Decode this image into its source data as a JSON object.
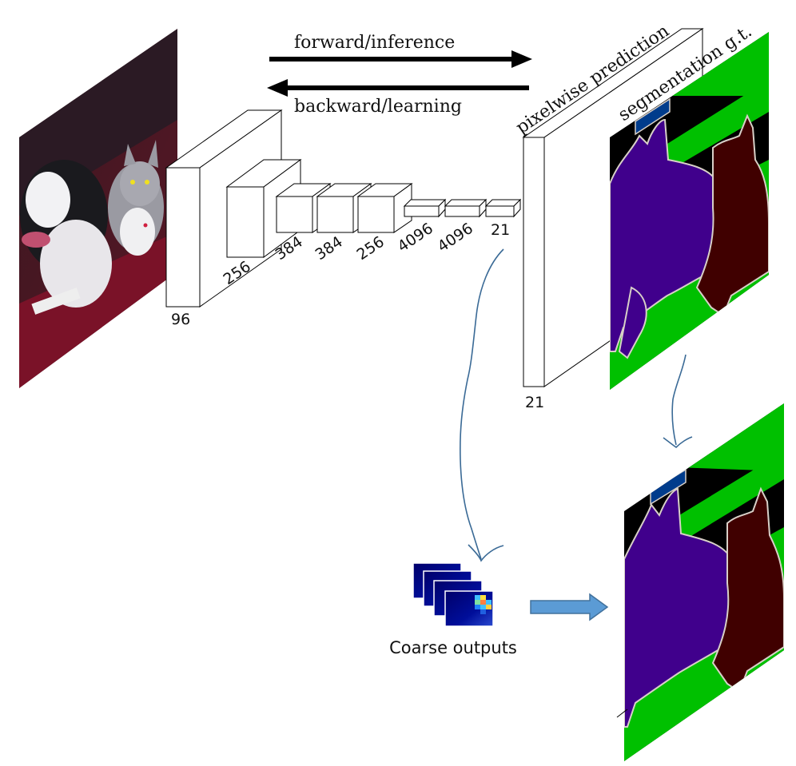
{
  "arrows": {
    "forward_label": "forward/inference",
    "backward_label": "backward/learning"
  },
  "layers": [
    {
      "label": "96"
    },
    {
      "label": "256"
    },
    {
      "label": "384"
    },
    {
      "label": "384"
    },
    {
      "label": "256"
    },
    {
      "label": "4096"
    },
    {
      "label": "4096"
    },
    {
      "label": "21"
    }
  ],
  "prediction": {
    "title": "pixelwise prediction",
    "depth_label": "21"
  },
  "ground_truth": {
    "title": "segmentation g.t."
  },
  "coarse": {
    "label": "Coarse outputs"
  },
  "colors": {
    "background": "#000000",
    "grass": "#00c000",
    "dog": "#40008c",
    "cat": "#400000",
    "boundary": "#d8d0c8",
    "tv": "#003c8c",
    "curve": "#3a6a96",
    "block_arrow": "#5b9bd5"
  }
}
